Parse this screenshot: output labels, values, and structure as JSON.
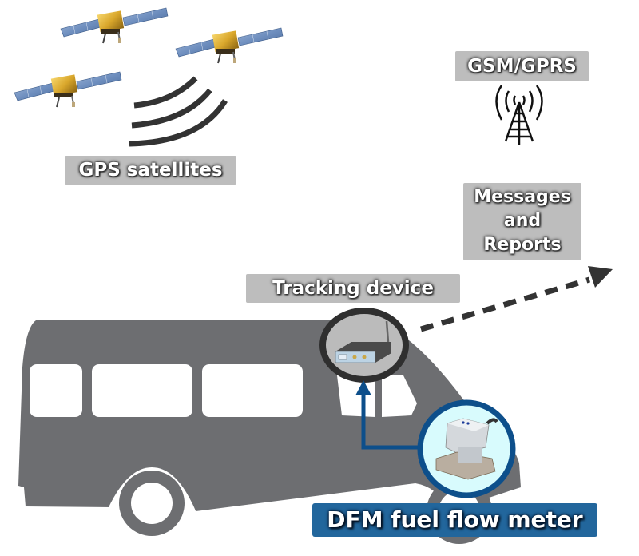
{
  "diagram": {
    "title": "DFM fuel flow meter GPS tracking scheme",
    "labels": {
      "gps": "GPS satellites",
      "gsm": "GSM/GPRS",
      "messages_line1": "Messages",
      "messages_line2": "and",
      "messages_line3": "Reports",
      "tracker": "Tracking device",
      "dfm": "DFM fuel flow meter"
    },
    "icons": {
      "satellites": "satellite-icon",
      "signal": "signal-waves-icon",
      "tower": "radio-tower-icon",
      "vehicle": "van-icon",
      "tracker": "tracking-device-icon",
      "meter": "fuel-flow-meter-icon",
      "arrow_data": "dashed-arrow-icon",
      "arrow_flow": "flow-arrow-icon"
    },
    "colors": {
      "van": "#6d6e71",
      "label_gray": "#bdbdbd",
      "label_blue": "#22669c",
      "accent_blue": "#0d4f8b",
      "meter_bg": "#d8fbfd",
      "dark": "#333333"
    }
  }
}
